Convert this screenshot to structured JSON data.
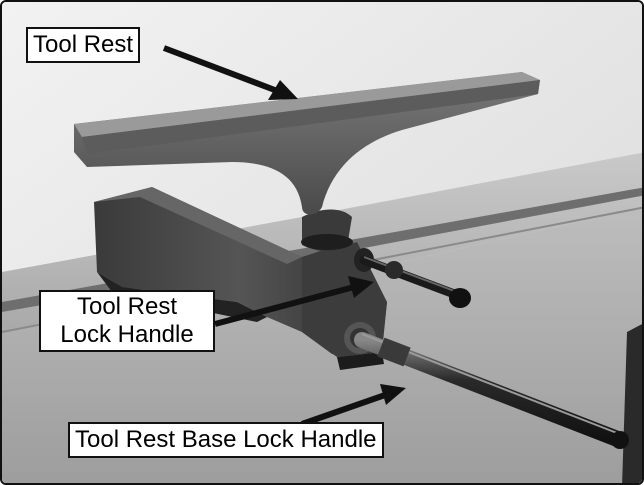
{
  "labels": {
    "tool_rest": "Tool Rest",
    "tool_rest_lock_handle": [
      "Tool Rest",
      "Lock Handle"
    ],
    "tool_rest_base_lock_handle": "Tool Rest Base Lock Handle"
  }
}
